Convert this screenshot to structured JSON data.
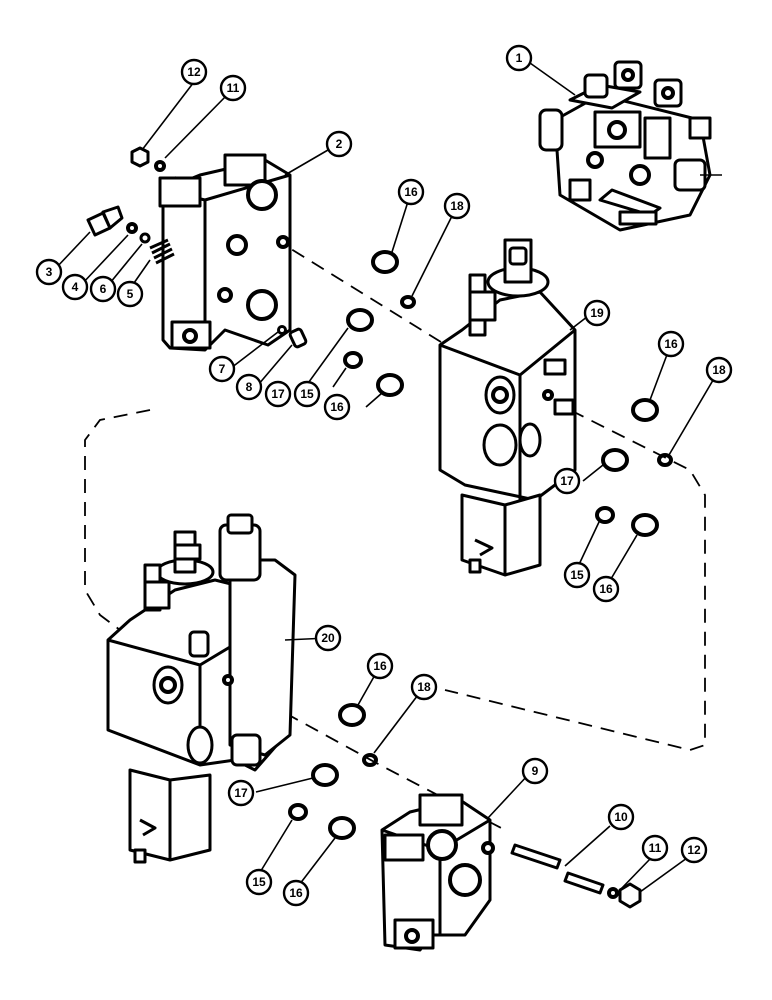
{
  "callouts": [
    {
      "id": "c1",
      "label": "1"
    },
    {
      "id": "c2",
      "label": "2"
    },
    {
      "id": "c3",
      "label": "3"
    },
    {
      "id": "c4",
      "label": "4"
    },
    {
      "id": "c5",
      "label": "5"
    },
    {
      "id": "c6",
      "label": "6"
    },
    {
      "id": "c7",
      "label": "7"
    },
    {
      "id": "c8",
      "label": "8"
    },
    {
      "id": "c9",
      "label": "9"
    },
    {
      "id": "c10",
      "label": "10"
    },
    {
      "id": "c11a",
      "label": "11"
    },
    {
      "id": "c11b",
      "label": "11"
    },
    {
      "id": "c12a",
      "label": "12"
    },
    {
      "id": "c12b",
      "label": "12"
    },
    {
      "id": "c15a",
      "label": "15"
    },
    {
      "id": "c15b",
      "label": "15"
    },
    {
      "id": "c15c",
      "label": "15"
    },
    {
      "id": "c16a",
      "label": "16"
    },
    {
      "id": "c16b",
      "label": "16"
    },
    {
      "id": "c16c",
      "label": "16"
    },
    {
      "id": "c16d",
      "label": "16"
    },
    {
      "id": "c16e",
      "label": "16"
    },
    {
      "id": "c16f",
      "label": "16"
    },
    {
      "id": "c17a",
      "label": "17"
    },
    {
      "id": "c17b",
      "label": "17"
    },
    {
      "id": "c17c",
      "label": "17"
    },
    {
      "id": "c18a",
      "label": "18"
    },
    {
      "id": "c18b",
      "label": "18"
    },
    {
      "id": "c18c",
      "label": "18"
    },
    {
      "id": "c19",
      "label": "19"
    },
    {
      "id": "c20",
      "label": "20"
    }
  ]
}
